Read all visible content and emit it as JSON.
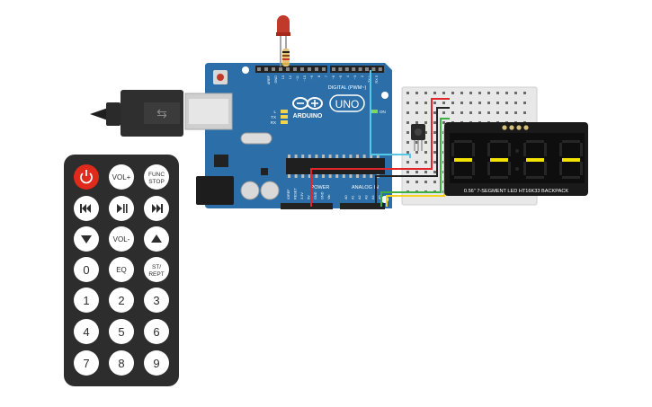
{
  "arduino": {
    "brand": "ARDUINO",
    "model": "UNO",
    "digital_header_label": "DIGITAL (PWM~)",
    "power_label": "POWER",
    "analog_label": "ANALOG IN",
    "on_label": "ON",
    "led_l_label": "L",
    "led_tx_label": "TX",
    "led_rx_label": "RX",
    "aref_label": "AREF",
    "gnd_label": "GND",
    "pin_labels_top": [
      "13",
      "12",
      "~11",
      "~10",
      "~9",
      "8",
      "7",
      "~6",
      "~5",
      "4",
      "~3",
      "2",
      "TX 1",
      "RX 0"
    ],
    "pin_labels_power": [
      "IOREF",
      "RESET",
      "3.3V",
      "5V",
      "GND",
      "GND",
      "Vin"
    ],
    "pin_labels_analog": [
      "A0",
      "A1",
      "A2",
      "A3",
      "A4",
      "A5"
    ]
  },
  "display_module": {
    "caption": "0.56\" 7-SEGMENT LED HT16K33 BACKPACK",
    "digit_segment_color": "#f2e400"
  },
  "remote": {
    "buttons": [
      {
        "id": "power",
        "label": "",
        "icon": "power-icon",
        "kind": "power"
      },
      {
        "id": "vol-up",
        "label": "VOL+",
        "icon": "",
        "kind": "text"
      },
      {
        "id": "func-stop",
        "label": "FUNC/STOP",
        "icon": "",
        "kind": "text2",
        "line1": "FUNC",
        "line2": "STOP"
      },
      {
        "id": "prev",
        "label": "",
        "icon": "skip-back-icon",
        "kind": "icon"
      },
      {
        "id": "play-pause",
        "label": "",
        "icon": "play-pause-icon",
        "kind": "icon"
      },
      {
        "id": "next",
        "label": "",
        "icon": "skip-forward-icon",
        "kind": "icon"
      },
      {
        "id": "down",
        "label": "",
        "icon": "triangle-down-icon",
        "kind": "icon"
      },
      {
        "id": "vol-down",
        "label": "VOL-",
        "icon": "",
        "kind": "text"
      },
      {
        "id": "up",
        "label": "",
        "icon": "triangle-up-icon",
        "kind": "icon"
      },
      {
        "id": "zero",
        "label": "0",
        "icon": "",
        "kind": "digit"
      },
      {
        "id": "eq",
        "label": "EQ",
        "icon": "",
        "kind": "text"
      },
      {
        "id": "st-rept",
        "label": "ST/REPT",
        "icon": "",
        "kind": "text2",
        "line1": "ST/",
        "line2": "REPT"
      },
      {
        "id": "one",
        "label": "1",
        "kind": "digit"
      },
      {
        "id": "two",
        "label": "2",
        "kind": "digit"
      },
      {
        "id": "three",
        "label": "3",
        "kind": "digit"
      },
      {
        "id": "four",
        "label": "4",
        "kind": "digit"
      },
      {
        "id": "five",
        "label": "5",
        "kind": "digit"
      },
      {
        "id": "six",
        "label": "6",
        "kind": "digit"
      },
      {
        "id": "seven",
        "label": "7",
        "kind": "digit"
      },
      {
        "id": "eight",
        "label": "8",
        "kind": "digit"
      },
      {
        "id": "nine",
        "label": "9",
        "kind": "digit"
      }
    ],
    "colors": {
      "body": "#2d2d2d",
      "button": "#ffffff",
      "power": "#e02a1c"
    }
  },
  "colors": {
    "board": "#2b6ea8",
    "wire_red": "#e0262a",
    "wire_green": "#3cb043",
    "wire_yellow": "#f5d21f",
    "wire_blue": "#55c8e8",
    "wire_black": "#222222"
  }
}
